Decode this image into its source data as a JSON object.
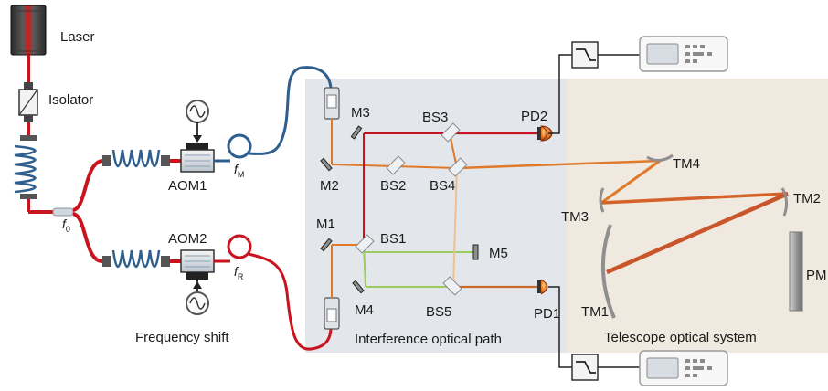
{
  "labels": {
    "laser": "Laser",
    "isolator": "Isolator",
    "f0": "f",
    "f0_sub": "0",
    "aom1": "AOM1",
    "aom2": "AOM2",
    "fm": "f",
    "fm_sub": "M",
    "fr": "f",
    "fr_sub": "R",
    "frequency_shift": "Frequency shift",
    "m1": "M1",
    "m2": "M2",
    "m3": "M3",
    "m4": "M4",
    "m5": "M5",
    "bs1": "BS1",
    "bs2": "BS2",
    "bs3": "BS3",
    "bs4": "BS4",
    "bs5": "BS5",
    "pd1": "PD1",
    "pd2": "PD2",
    "tm1": "TM1",
    "tm2": "TM2",
    "tm3": "TM3",
    "tm4": "TM4",
    "pm": "PM",
    "interference_region": "Interference optical path",
    "telescope_region": "Telescope optical system"
  },
  "colors": {
    "red_fiber": "#c8141e",
    "blue_fiber": "#2f5f8f",
    "red_beam": "#c8141e",
    "orange_beam": "#e07a2a",
    "green_beam": "#9ccc5c",
    "interference_bg": "#e3e6ea",
    "telescope_bg": "#efe9e0",
    "mirror": "#8f8f8f",
    "detector": "#e07020"
  },
  "icons": [
    "laser-icon",
    "isolator-icon",
    "fiber-coil-icon",
    "signal-generator-icon",
    "aom-icon",
    "fiber-loop-icon",
    "collimator-icon",
    "mirror-icon",
    "beam-splitter-icon",
    "photodetector-icon",
    "filter-icon",
    "oscilloscope-icon"
  ]
}
